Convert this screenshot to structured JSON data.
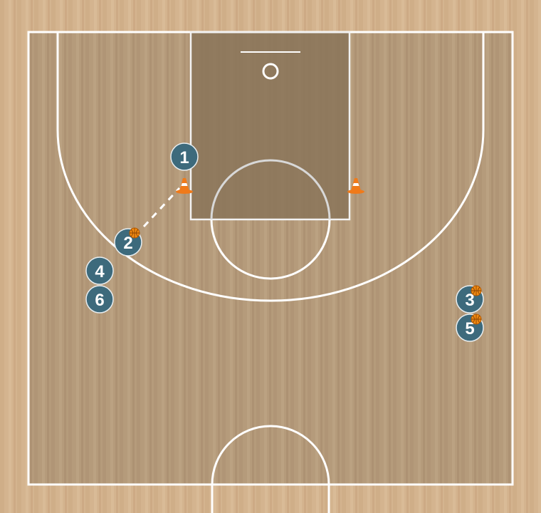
{
  "colors": {
    "floor_outer": "#d4b48f",
    "floor_inner": "#b69c7c",
    "paint": "#8a7459",
    "lines": "#ffffff",
    "player_fill": "#3d6a7c",
    "player_stroke": "#e7edf0",
    "cone": "#f07a1a",
    "ball": "#f08a12"
  },
  "players": [
    {
      "id": "player-1",
      "label": "1",
      "has_ball": false
    },
    {
      "id": "player-2",
      "label": "2",
      "has_ball": true
    },
    {
      "id": "player-3",
      "label": "3",
      "has_ball": true
    },
    {
      "id": "player-4",
      "label": "4",
      "has_ball": false
    },
    {
      "id": "player-5",
      "label": "5",
      "has_ball": true
    },
    {
      "id": "player-6",
      "label": "6",
      "has_ball": false
    }
  ],
  "cones": [
    {
      "id": "cone-left"
    },
    {
      "id": "cone-right"
    }
  ],
  "pass": {
    "from": "2",
    "to": "1",
    "style": "dashed"
  }
}
